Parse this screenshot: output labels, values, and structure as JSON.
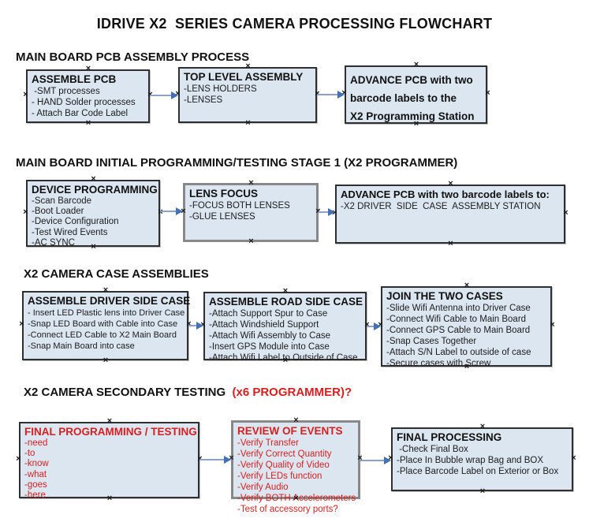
{
  "title": "IDRIVE X2  SERIES CAMERA PROCESSING FLOWCHART",
  "colors": {
    "box_fill": "#dce6f1",
    "box_border": "#2f2f2f",
    "box_border_gray": "#888888",
    "red": "#d42020",
    "arrow_line": "#8aa2c8",
    "arrow_head": "#4470b4"
  },
  "sections": [
    {
      "heading": "MAIN BOARD PCB ASSEMBLY PROCESS",
      "boxes": [
        {
          "title": "ASSEMBLE PCB",
          "items": [
            " -SMT processes",
            "- HAND Solder processes",
            "- Attach Bar Code Label"
          ]
        },
        {
          "title": "TOP LEVEL ASSEMBLY",
          "items": [
            "-LENS HOLDERS",
            "-LENSES"
          ]
        },
        {
          "title": "ADVANCE PCB with two\nbarcode labels to the\n X2 Programming Station",
          "items": []
        }
      ]
    },
    {
      "heading": "MAIN BOARD INITIAL PROGRAMMING/TESTING STAGE 1 (X2 PROGRAMMER)",
      "boxes": [
        {
          "title": "DEVICE PROGRAMMING",
          "items": [
            "-Scan Barcode",
            "-Boot Loader",
            "-Device Configuration",
            "-Test Wired Events",
            "-AC SYNC"
          ]
        },
        {
          "title": "LENS FOCUS",
          "items": [
            "-FOCUS BOTH LENSES",
            "-GLUE LENSES"
          ]
        },
        {
          "title": "ADVANCE PCB with two barcode labels to:",
          "items": [
            "-X2 DRIVER  SIDE  CASE  ASSEMBLY STATION"
          ]
        }
      ]
    },
    {
      "heading": "X2 CAMERA CASE ASSEMBLIES",
      "boxes": [
        {
          "title": "ASSEMBLE DRIVER SIDE CASE",
          "items": [
            "- Insert LED Plastic lens into Driver Case",
            "-Snap LED Board with Cable into Case",
            "-Connect LED Cable to X2 Main Board",
            "-Snap Main Board into case"
          ]
        },
        {
          "title": "ASSEMBLE ROAD SIDE CASE",
          "items": [
            "-Attach Support Spur to Case",
            "-Attach Windshield Support",
            "-Attach Wifi Assembly to Case",
            "-Insert GPS Module into Case",
            "-Attach Wifi Label to Outside of Case"
          ]
        },
        {
          "title": "JOIN THE TWO CASES",
          "items": [
            "-Slide Wifi Antenna into Driver Case",
            "-Connect Wifi Cable to Main Board",
            "-Connect GPS Cable to Main Board",
            "-Snap Cases Together",
            "-Attach S/N Label to outside of case",
            "-Secure cases with Screw"
          ]
        }
      ]
    },
    {
      "heading": "X2 CAMERA SECONDARY TESTING  ",
      "heading_red": "(x6 PROGRAMMER)?",
      "boxes": [
        {
          "title": "FINAL PROGRAMMING / TESTING",
          "items": [
            "-need",
            "-to",
            "-know",
            "-what",
            "-goes",
            "-here"
          ]
        },
        {
          "title": "REVIEW OF EVENTS",
          "items": [
            "-Verify Transfer",
            "-Verify Correct Quantity",
            "-Verify Quality of Video",
            "-Verify LEDs function",
            "-Verify Audio",
            "-Verify BOTH Accelerometers",
            "-Test of accessory ports?"
          ]
        },
        {
          "title": "FINAL PROCESSING",
          "items": [
            " -Check Final Box",
            "-Place In Bubble wrap Bag and BOX",
            "-Place Barcode Label on Exterior or Box"
          ]
        }
      ]
    }
  ]
}
